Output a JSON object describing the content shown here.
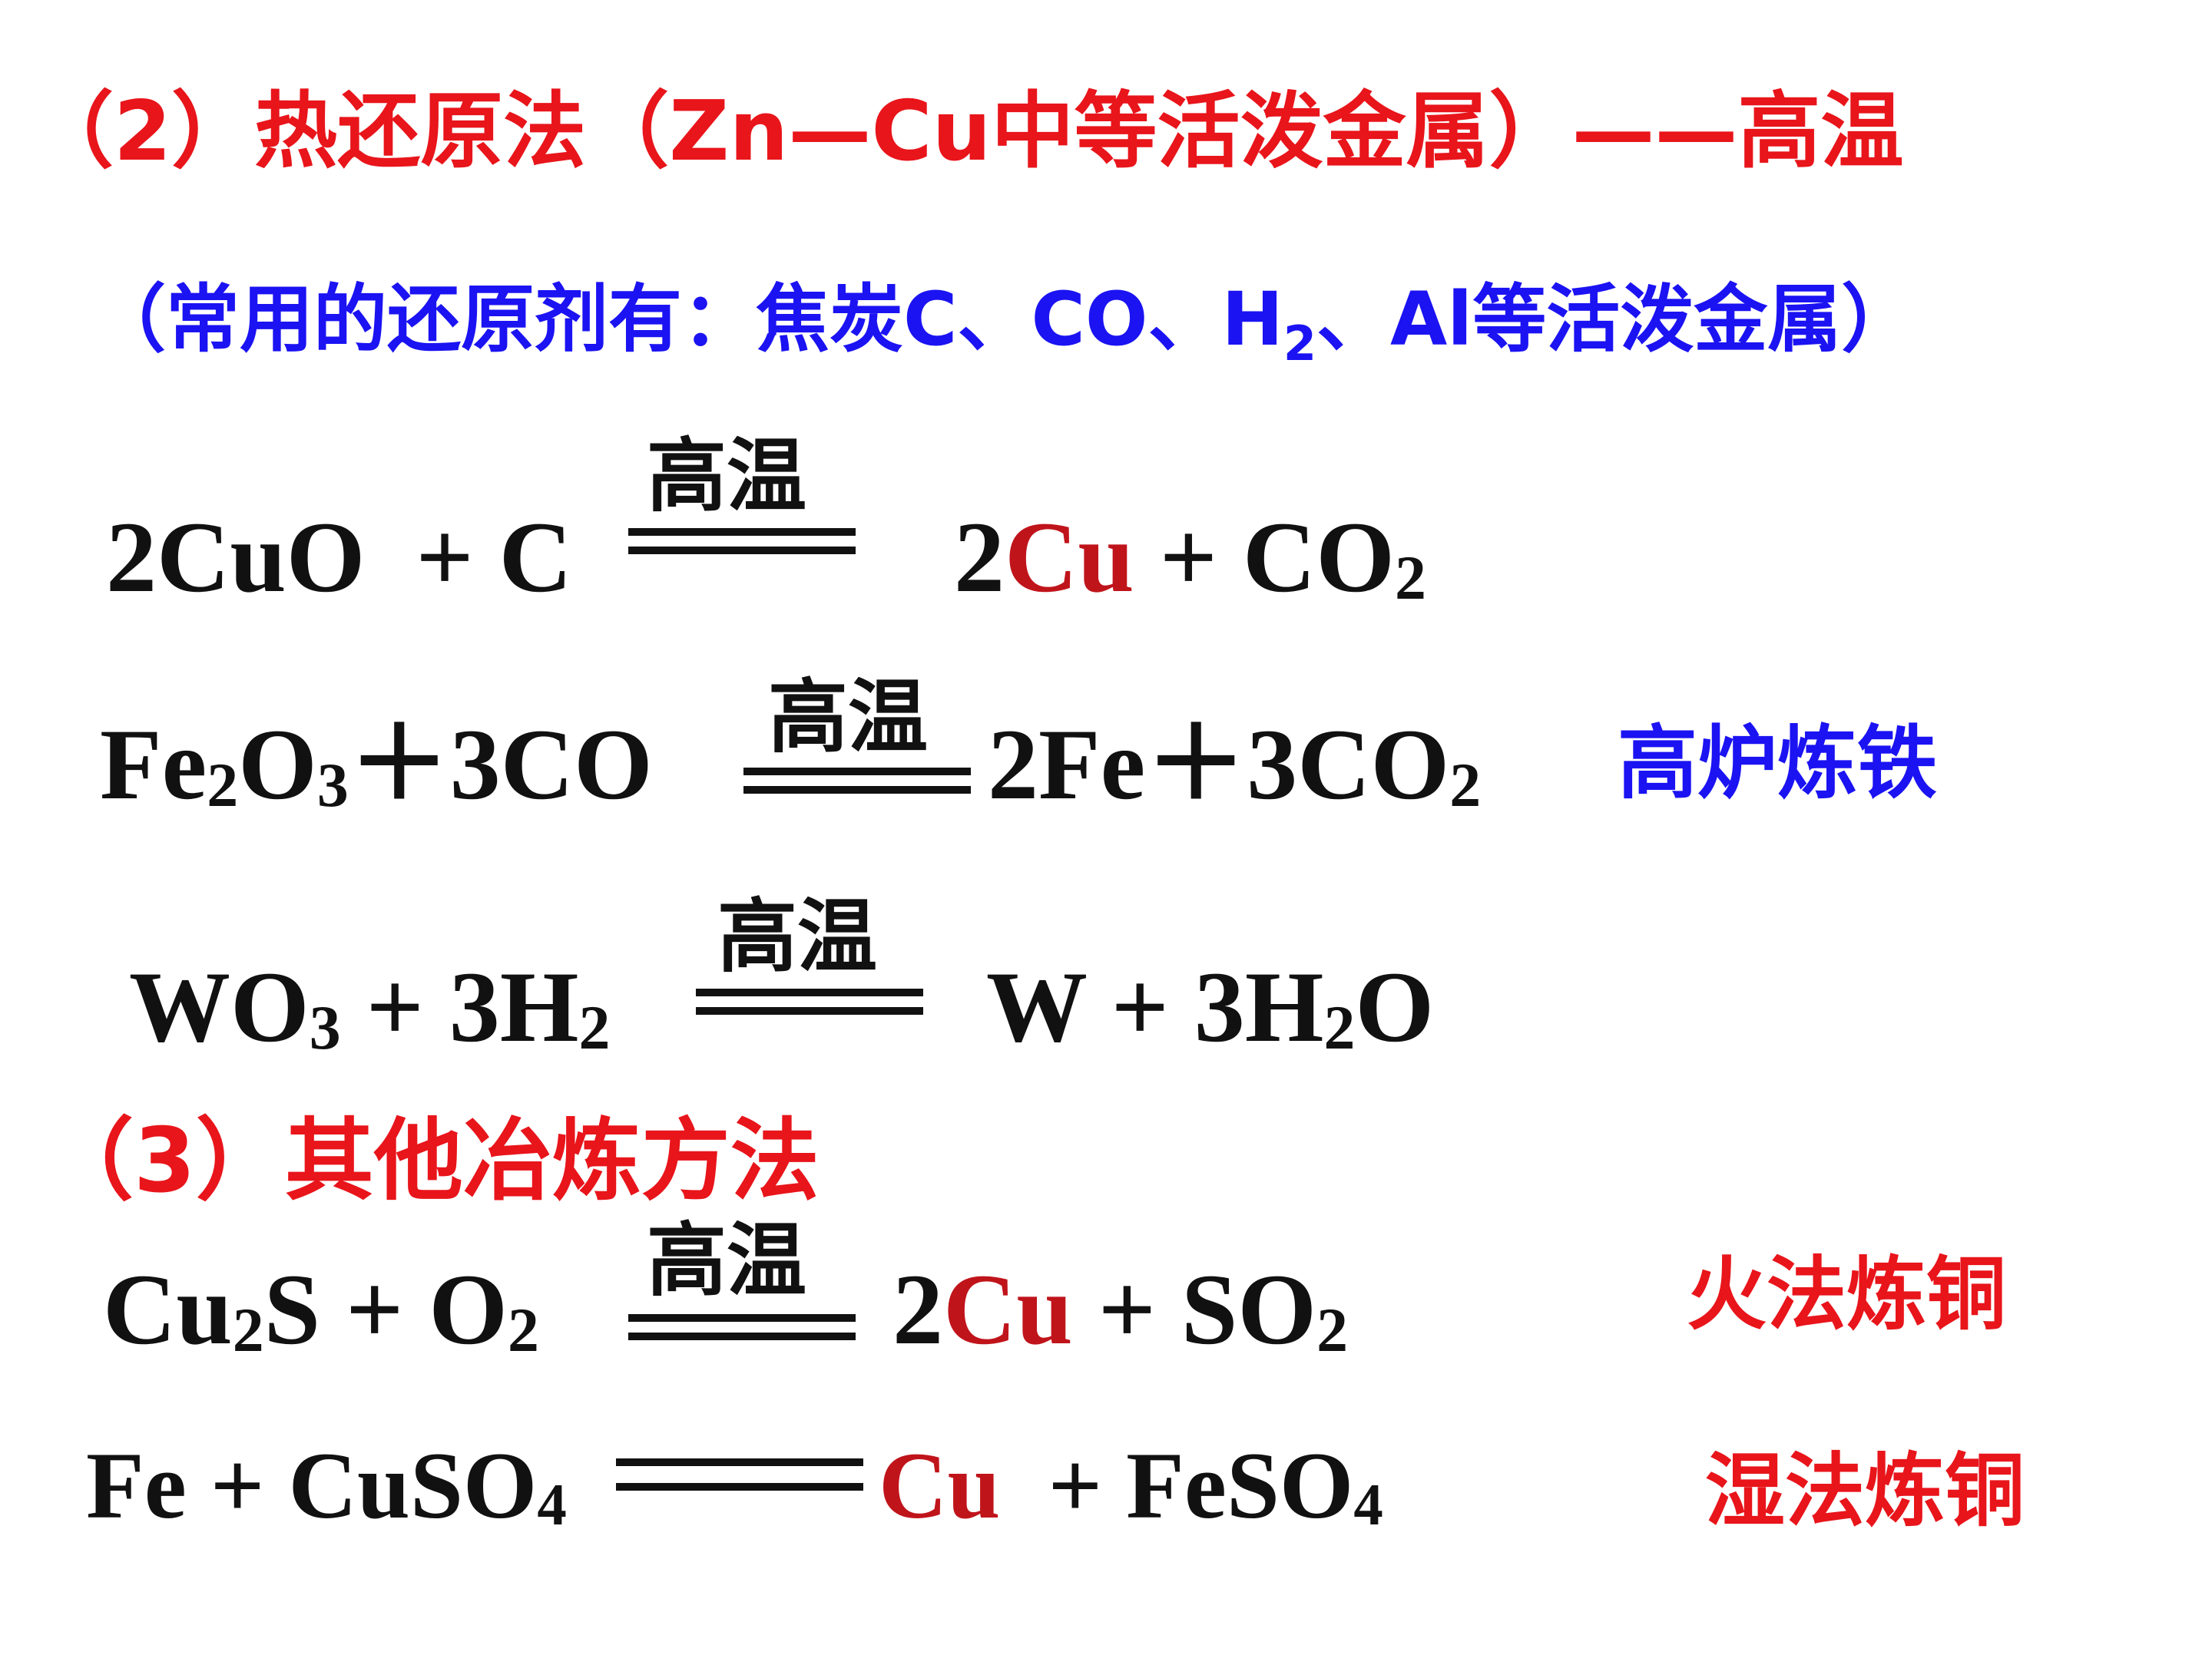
{
  "section2": {
    "title": "（2）热还原法（Zn—Cu中等活泼金属）——高温",
    "note": {
      "prefix": "（常用的还原剂有：焦炭C、CO、H",
      "sub": "2",
      "suffix": "、Al等活泼金属）"
    }
  },
  "section3": {
    "title": "（3）其他冶炼方法"
  },
  "condition": "高温",
  "equations": {
    "eq1": {
      "reactant_a": "2CuO",
      "plus1": "+ C",
      "product_coef": "2",
      "product_metal": "Cu",
      "product_rest": "+ CO",
      "product_sub": "2"
    },
    "eq2": {
      "fe": "Fe",
      "fe_sub": "2",
      "o": "O",
      "o_sub": "3",
      "rest": "＋3CO",
      "product": "2Fe＋3CO",
      "product_sub": "2",
      "label": "高炉炼铁"
    },
    "eq3": {
      "wo": "WO",
      "wo_sub": "3",
      "mid": "+ 3H",
      "h_sub": "2",
      "product_a": "W + 3H",
      "product_sub": "2",
      "product_b": "O"
    },
    "eq4": {
      "cu": "Cu",
      "cu_sub": "2",
      "s": "S + O",
      "o_sub": "2",
      "product_coef": "2",
      "product_metal": "Cu",
      "product_rest": "+ SO",
      "product_sub": "2",
      "label": "火法炼铜"
    },
    "eq5": {
      "reactants": "Fe + CuSO",
      "reactants_sub": "4",
      "product_metal": "Cu",
      "product_rest": "+  FeSO",
      "product_sub": "4",
      "label": "湿法炼铜"
    }
  },
  "colors": {
    "heading_red": "#e8151b",
    "note_blue": "#1b13f2",
    "metal_red": "#c0141b",
    "text": "#111111"
  }
}
